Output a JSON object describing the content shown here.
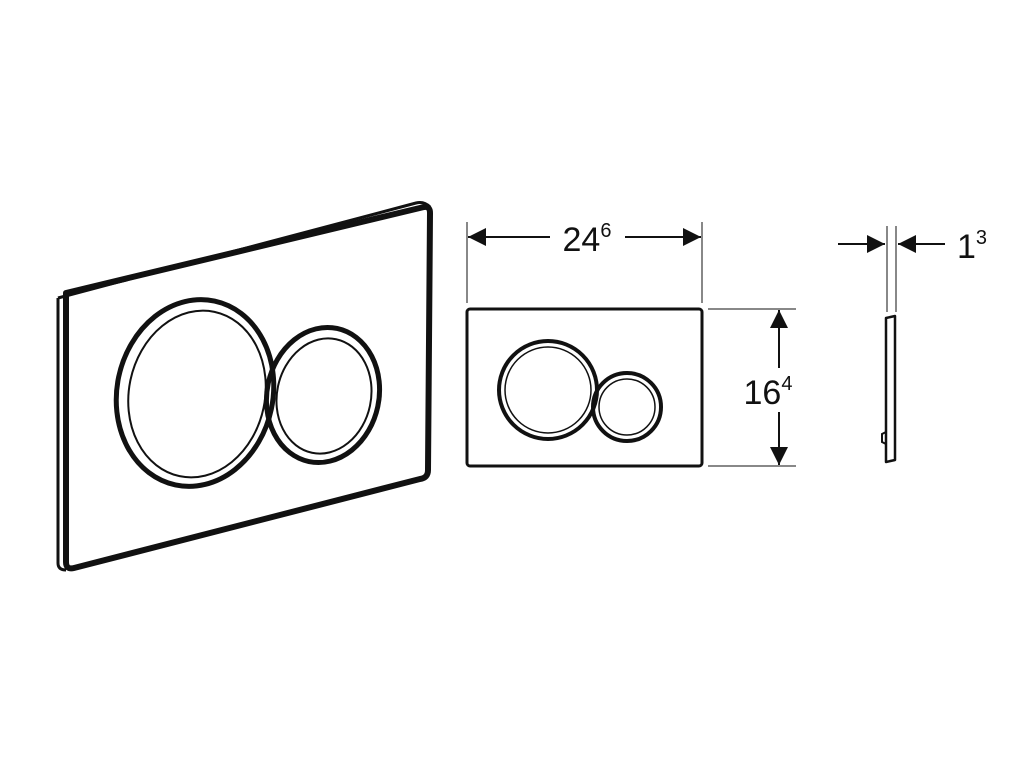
{
  "dimensions": {
    "width": {
      "main": "24",
      "sup": "6"
    },
    "height": {
      "main": "16",
      "sup": "4"
    },
    "depth": {
      "main": "1",
      "sup": "3"
    }
  },
  "colors": {
    "line": "#111111",
    "background": "#ffffff"
  }
}
